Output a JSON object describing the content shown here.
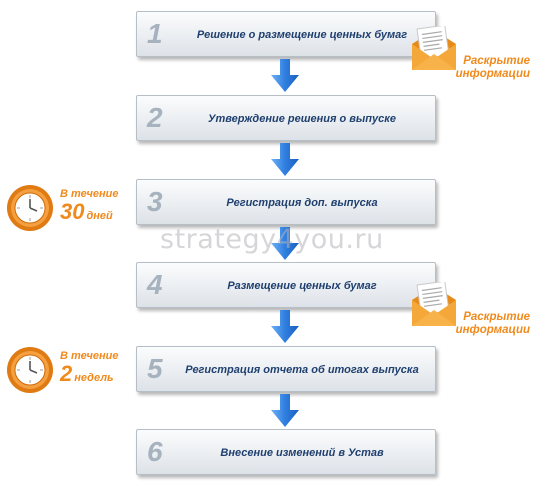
{
  "steps": [
    {
      "number": "1",
      "label": "Решение о размещение ценных бумаг"
    },
    {
      "number": "2",
      "label": "Утверждение решения о  выпуске"
    },
    {
      "number": "3",
      "label": "Регистрация доп. выпуска"
    },
    {
      "number": "4",
      "label": "Размещение ценных бумаг"
    },
    {
      "number": "5",
      "label": "Регистрация отчета об итогах выпуска"
    },
    {
      "number": "6",
      "label": "Внесение изменений в Устав"
    }
  ],
  "disclosures": [
    {
      "line1": "Раскрытие",
      "line2": "информации"
    },
    {
      "line1": "Раскрытие",
      "line2": "информации"
    }
  ],
  "terms": [
    {
      "prefix": "В течение",
      "number": "30",
      "unit": "дней"
    },
    {
      "prefix": "В течение",
      "number": "2",
      "unit": "недель"
    }
  ],
  "watermark": "strategy4you.ru",
  "colors": {
    "accent": "#f08a1c",
    "arrow": "#3d8ee8",
    "step_text": "#1f3f6f",
    "step_number": "#a7b2bf"
  },
  "icons": {
    "disclosure": "envelope-with-document-icon",
    "term": "clock-icon",
    "connector": "down-arrow-icon"
  }
}
